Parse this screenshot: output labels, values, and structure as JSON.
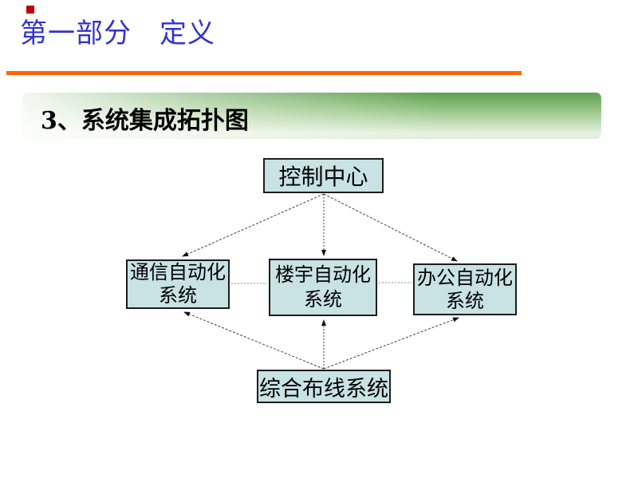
{
  "slide": {
    "title": "第一部分　定义",
    "title_color": "#3333cc",
    "rule_color": "#ff6600",
    "section_heading": "3、系统集成拓扑图",
    "decoration_square_color": "#c00000"
  },
  "diagram": {
    "nodes": {
      "control": {
        "label": "控制中心"
      },
      "comm": {
        "line1": "通信自动化",
        "line2": "系统"
      },
      "building": {
        "line1": "楼宇自动化",
        "line2": "系统"
      },
      "office": {
        "line1": "办公自动化",
        "line2": "系统"
      },
      "cabling": {
        "label": "综合布线系统"
      }
    },
    "edges": [
      {
        "from": "control",
        "to": "comm",
        "style": "dashed-arrow"
      },
      {
        "from": "control",
        "to": "building",
        "style": "dashed-arrow"
      },
      {
        "from": "control",
        "to": "office",
        "style": "dashed-arrow"
      },
      {
        "from": "cabling",
        "to": "comm",
        "style": "dashed-arrow"
      },
      {
        "from": "cabling",
        "to": "building",
        "style": "dashed-arrow"
      },
      {
        "from": "cabling",
        "to": "office",
        "style": "dashed-arrow"
      },
      {
        "from": "comm",
        "to": "building",
        "style": "dotted-line"
      },
      {
        "from": "building",
        "to": "office",
        "style": "dotted-line"
      }
    ],
    "colors": {
      "node_fill": "#c9e2e3",
      "node_border": "#1c1c1c",
      "connector": "#3f3f3f"
    }
  }
}
